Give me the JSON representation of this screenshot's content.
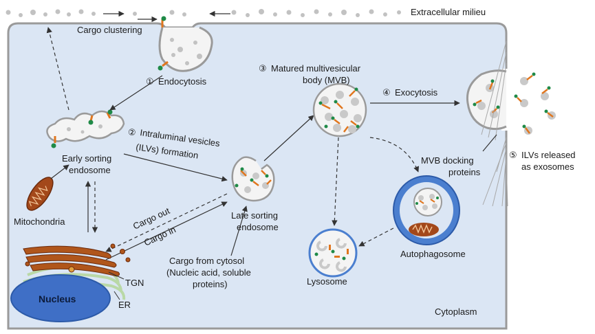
{
  "labels": {
    "extracellular": "Extracellular milieu",
    "cytoplasm": "Cytoplasm",
    "cargo_clustering": "Cargo clustering",
    "endocytosis_num": "①",
    "endocytosis": "Endocytosis",
    "early_sorting_line1": "Early sorting",
    "early_sorting_line2": "endosome",
    "ilv_num": "②",
    "ilv_line1": "Intraluminal vesicles",
    "ilv_line2": "(ILVs) formation",
    "mvb_num": "③",
    "mvb_line1": "Matured multivesicular",
    "mvb_line2": "body (MVB)",
    "exocytosis_num": "④",
    "exocytosis": "Exocytosis",
    "ilvs_released_num": "⑤",
    "ilvs_released_line1": "ILVs released",
    "ilvs_released_line2": "as exosomes",
    "mvb_docking_line1": "MVB docking",
    "mvb_docking_line2": "proteins",
    "mitochondria": "Mitochondria",
    "cargo_out": "Cargo out",
    "cargo_in": "Cargo in",
    "late_sorting_line1": "Late sorting",
    "late_sorting_line2": "endosome",
    "cargo_cytosol_line1": "Cargo from cytosol",
    "cargo_cytosol_line2": "(Nucleic acid, soluble",
    "cargo_cytosol_line3": "proteins)",
    "lysosome": "Lysosome",
    "autophagosome": "Autophagosome",
    "tgn": "TGN",
    "nucleus": "Nucleus",
    "er": "ER"
  },
  "colors": {
    "cell_fill": "#dbe6f4",
    "cell_stroke": "#9a9a9a",
    "vesicle_fill": "#f4f4f4",
    "ilv_gray": "#c9c9c9",
    "cargo_orange": "#e0761e",
    "cargo_green": "#1f8a47",
    "nucleus_blue": "#3f6fc6",
    "mito_brown": "#a3481a",
    "golgi_brown": "#b0561b",
    "er_green": "#b9d8a6",
    "autophagosome_blue": "#4b7fcf"
  }
}
